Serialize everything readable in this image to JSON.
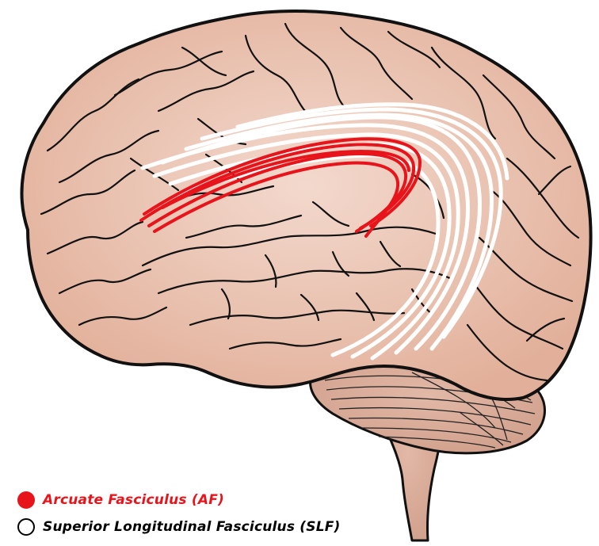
{
  "legend": {
    "items": [
      {
        "label": "Arcuate Fasciculus (AF)",
        "swatch": "filled",
        "color": "#e8141b",
        "text_color": "#e8141b"
      },
      {
        "label": "Superior Longitudinal Fasciculus (SLF)",
        "swatch": "outline",
        "color": "#000000",
        "text_color": "#000000"
      }
    ]
  },
  "colors": {
    "brain_fill": "#e6b7a2",
    "brain_fill_light": "#f3d9cd",
    "cerebellum_fill": "#d4a491",
    "outline": "#111111",
    "af_tract": "#e8141b",
    "slf_tract": "#ffffff"
  }
}
